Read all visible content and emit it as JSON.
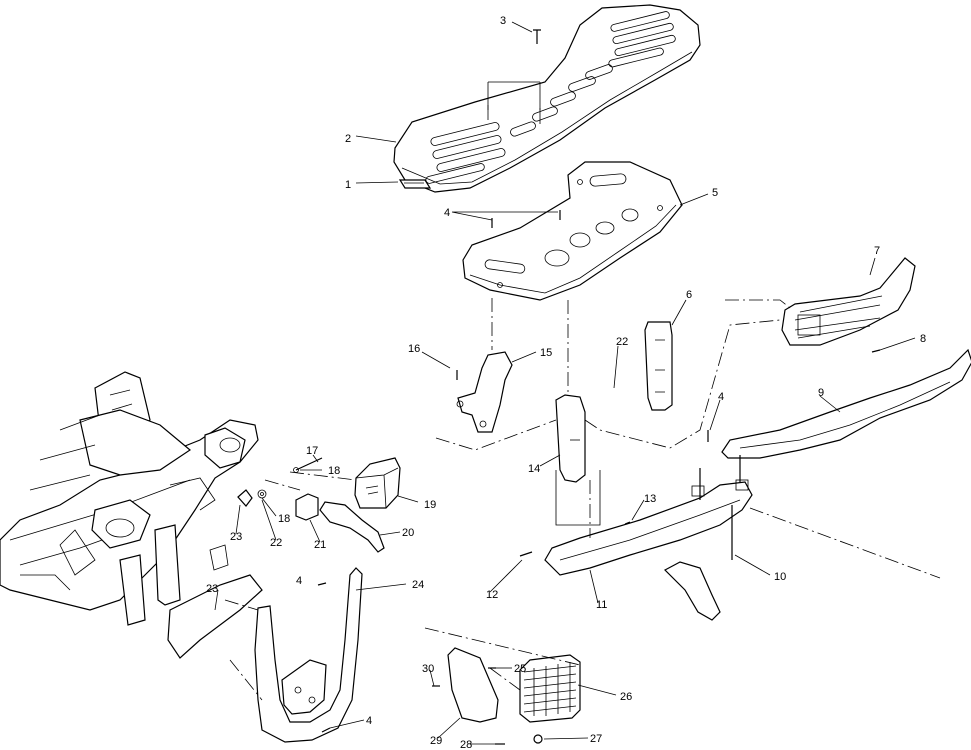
{
  "diagram": {
    "callouts": [
      "3",
      "2",
      "1",
      "4",
      "5",
      "6",
      "7",
      "8",
      "9",
      "4",
      "22",
      "16",
      "15",
      "17",
      "18",
      "14",
      "19",
      "18",
      "23",
      "22",
      "21",
      "20",
      "13",
      "12",
      "11",
      "10",
      "4",
      "24",
      "23",
      "25",
      "26",
      "30",
      "29",
      "28",
      "27",
      "4"
    ]
  }
}
